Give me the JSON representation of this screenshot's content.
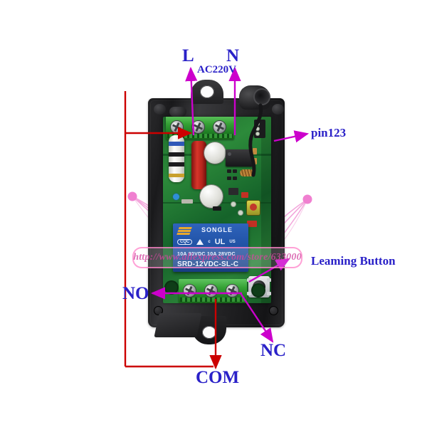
{
  "image": {
    "subject": "AC220V wireless remote control relay switch module in black enclosure",
    "background_color": "#ffffff"
  },
  "annotations": {
    "label_color": "#2a21c8",
    "arrow_color": "#cc00cc",
    "wire_color": "#cc0000",
    "items": [
      {
        "id": "L",
        "text": "L",
        "size": "big"
      },
      {
        "id": "N",
        "text": "N",
        "size": "big"
      },
      {
        "id": "AC",
        "text": "AC220V",
        "size": "ac"
      },
      {
        "id": "PIN",
        "text": "pin123",
        "size": "mid"
      },
      {
        "id": "LRN",
        "text": "Leaming Button",
        "size": "mid"
      },
      {
        "id": "NO",
        "text": "NO",
        "size": "big"
      },
      {
        "id": "NC",
        "text": "NC",
        "size": "big"
      },
      {
        "id": "COM",
        "text": "COM",
        "size": "big"
      }
    ]
  },
  "watermark": {
    "text": "http://www.aliexpress.com/store/633000",
    "color": "#d246a0"
  },
  "relay": {
    "brand": "SONGLE",
    "mark_cqc": "CQC",
    "mark_ul": "UL",
    "mark_ul_sub_left": "c",
    "mark_ul_sub_right": "US",
    "ratings": "10A 30VDC  10A 28VDC",
    "part_number": "SRD-12VDC-SL-C"
  },
  "device": {
    "enclosure_color": "#222224",
    "pcb_color": "#1f7d2c",
    "terminal_color": "#35a235",
    "relay_color": "#2558ad",
    "top_terminal_screws": 3,
    "bottom_terminal_screws": 3
  }
}
